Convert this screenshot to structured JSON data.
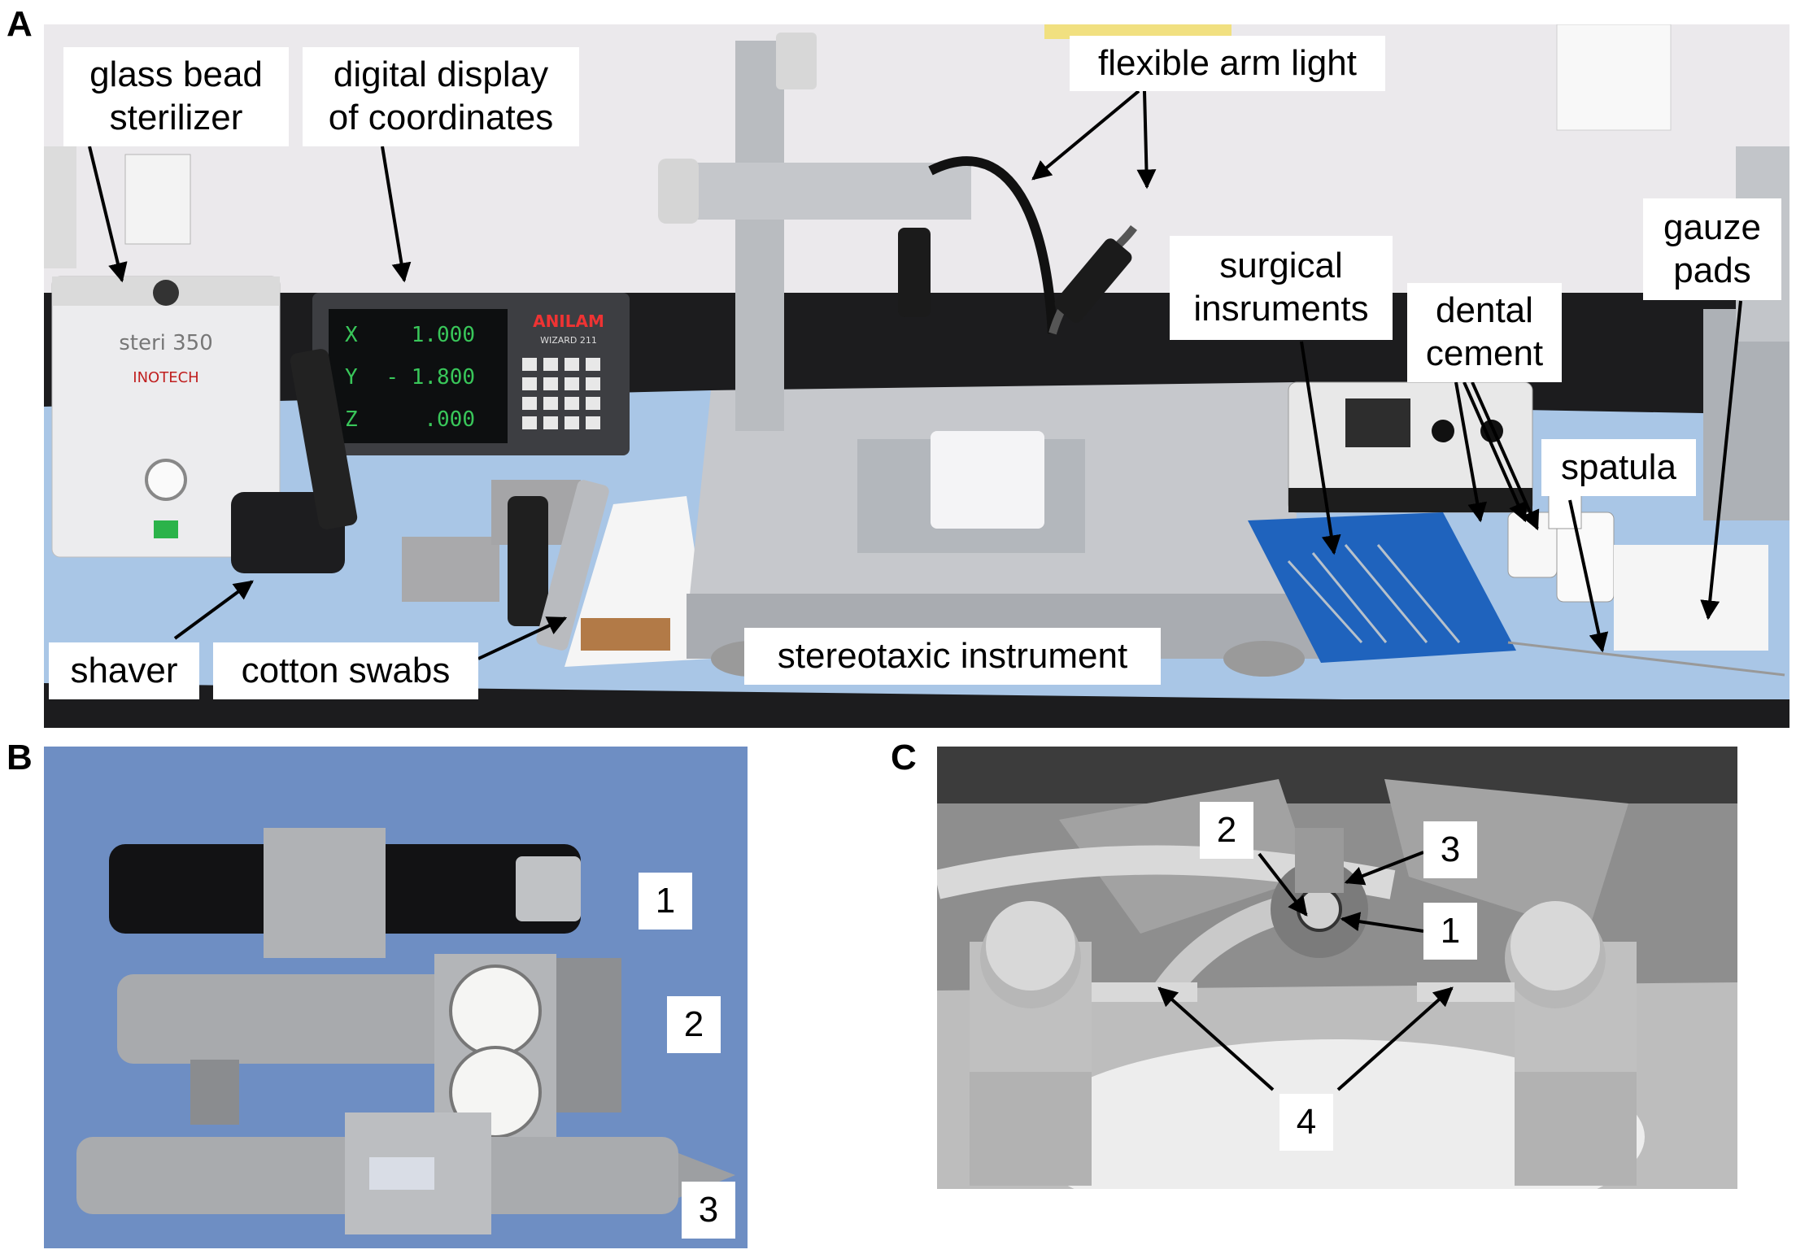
{
  "panels": {
    "a": {
      "letter": "A",
      "labels": {
        "glass_bead_sterilizer": "glass bead\nsterilizer",
        "digital_display": "digital display\nof coordinates",
        "flexible_arm_light": "flexible arm light",
        "surgical_instruments": "surgical\ninsruments",
        "dental_cement": "dental\ncement",
        "gauze_pads": "gauze\npads",
        "spatula": "spatula",
        "shaver": "shaver",
        "cotton_swabs": "cotton swabs",
        "stereotaxic_instrument": "stereotaxic instrument"
      },
      "photo_text": {
        "display_x": "X",
        "display_y": "Y",
        "display_z": "Z",
        "display_x_val": "1.000",
        "display_y_val": "- 1.800",
        "display_z_val": ".000",
        "display_brand": "ANILAM",
        "display_model": "WIZARD 211",
        "sterilizer_model": "steri 350",
        "sterilizer_brand": "INOTECH"
      }
    },
    "b": {
      "letter": "B",
      "numbers": [
        "1",
        "2",
        "3"
      ]
    },
    "c": {
      "letter": "C",
      "numbers": [
        "2",
        "3",
        "1",
        "4"
      ]
    }
  },
  "colors": {
    "label_bg": "#ffffff",
    "arrow": "#000000",
    "bench_top": "#1c1c1e",
    "wall": "#e9e8ea",
    "drape_blue": "#a9c6e6",
    "steel": "#b9bcc0",
    "panel_b_bg": "#6f8fc4",
    "panel_c_gray": "#8f8f8f"
  }
}
